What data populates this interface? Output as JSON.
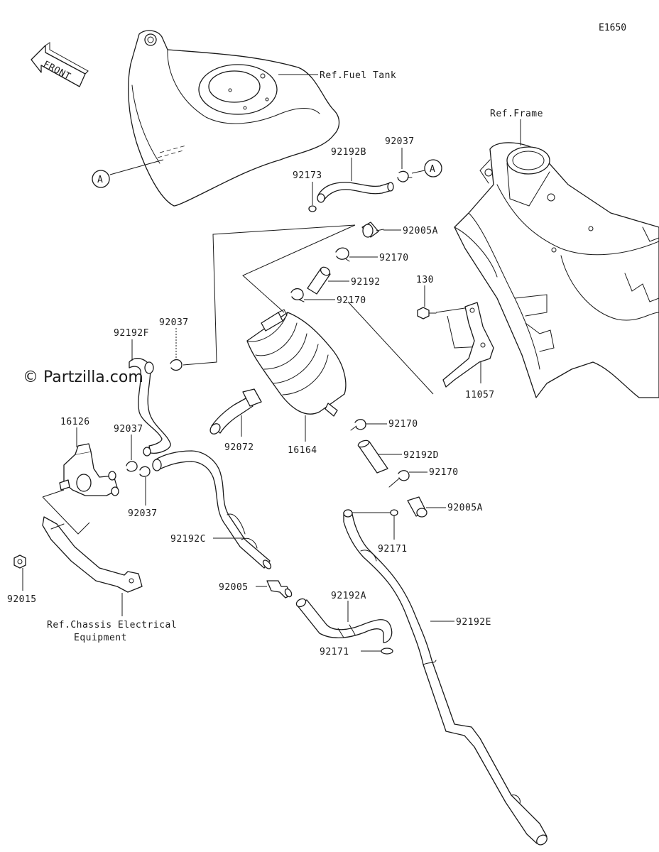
{
  "diagram_code": "E1650",
  "watermark": "© Partzilla.com",
  "direction": {
    "label": "FRONT",
    "icon": "front-arrow-icon"
  },
  "references": {
    "fuel_tank": "Ref.Fuel Tank",
    "frame": "Ref.Frame",
    "chassis_line1": "Ref.Chassis Electrical",
    "chassis_line2": "Equipment"
  },
  "connector_marker": "A",
  "parts": {
    "p92173": "92173",
    "p92192B": "92192B",
    "p92037_top": "92037",
    "p92005A_top": "92005A",
    "p92170_a": "92170",
    "p92192": "92192",
    "p92170_b": "92170",
    "p130": "130",
    "p11057": "11057",
    "p92192F": "92192F",
    "p92037_left": "92037",
    "p16126": "16126",
    "p92037_mid": "92037",
    "p92037_low": "92037",
    "p92072": "92072",
    "p16164": "16164",
    "p92170_c": "92170",
    "p92192D": "92192D",
    "p92170_d": "92170",
    "p92005A_low": "92005A",
    "p92171_a": "92171",
    "p92192C": "92192C",
    "p92005": "92005",
    "p92192A": "92192A",
    "p92192E": "92192E",
    "p92171_b": "92171",
    "p92015": "92015"
  }
}
